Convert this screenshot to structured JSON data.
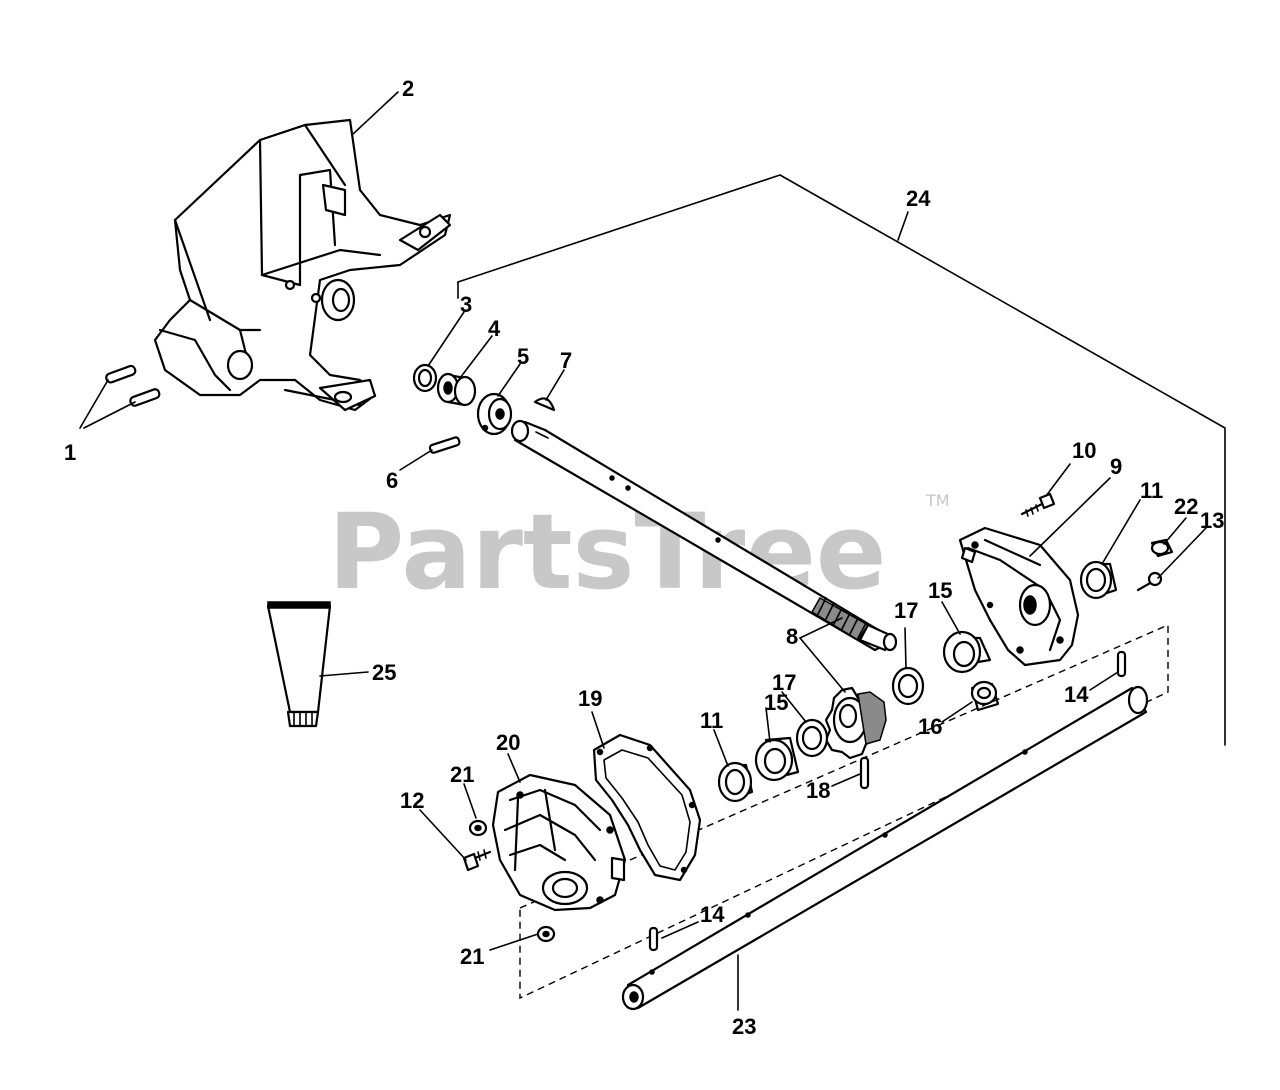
{
  "watermark": {
    "text": "PartsTree",
    "trademark": "TM",
    "color": "#c8c8c8"
  },
  "callouts": {
    "c1": "1",
    "c2": "2",
    "c3": "3",
    "c4": "4",
    "c5": "5",
    "c6": "6",
    "c7": "7",
    "c8": "8",
    "c9": "9",
    "c10": "10",
    "c11a": "11",
    "c11b": "11",
    "c12": "12",
    "c13": "13",
    "c14a": "14",
    "c14b": "14",
    "c15a": "15",
    "c15b": "15",
    "c16": "16",
    "c17a": "17",
    "c17b": "17",
    "c18": "18",
    "c19": "19",
    "c20": "20",
    "c21a": "21",
    "c21b": "21",
    "c22": "22",
    "c23": "23",
    "c24": "24",
    "c25": "25"
  }
}
